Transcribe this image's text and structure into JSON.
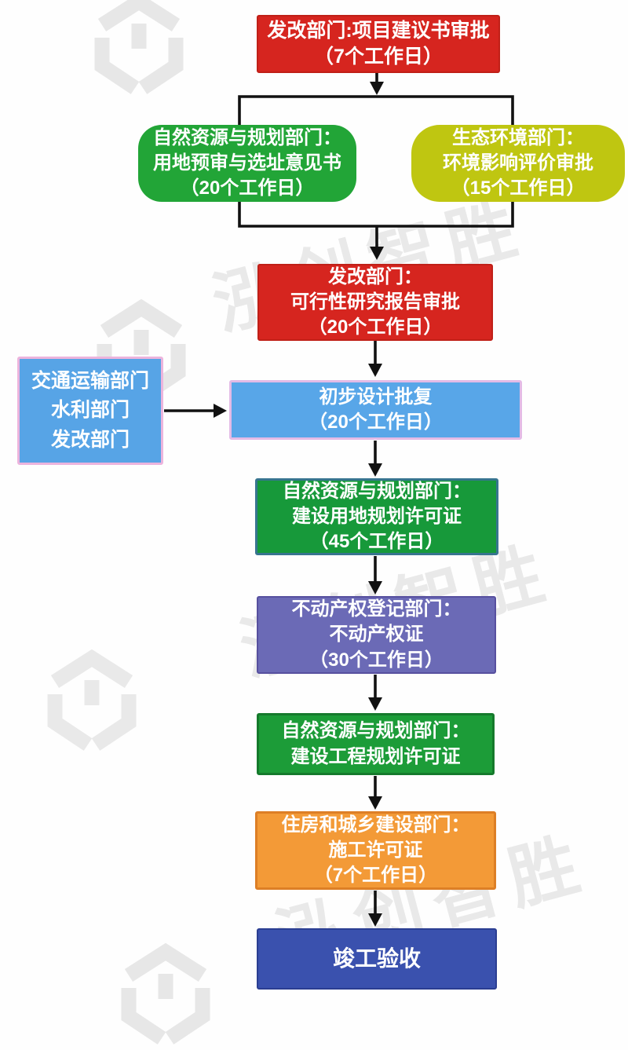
{
  "watermark": {
    "brand_text": "泓创智胜",
    "color": "#dcdcdc"
  },
  "flowchart": {
    "nodes": [
      {
        "id": "project-proposal-approval",
        "lines": [
          "发改部门:项目建议书审批",
          "（7个工作日）"
        ],
        "bg": "#d6251f"
      },
      {
        "id": "land-preapproval-site-opinion",
        "lines": [
          "自然资源与规划部门：",
          "用地预审与选址意见书",
          "（20个工作日）"
        ],
        "bg": "#22a537"
      },
      {
        "id": "environmental-impact-approval",
        "lines": [
          "生态环境部门：",
          "环境影响评价审批",
          "（15个工作日）"
        ],
        "bg": "#bfc611"
      },
      {
        "id": "feasibility-study-approval",
        "lines": [
          "发改部门：",
          "可行性研究报告审批",
          "（20个工作日）"
        ],
        "bg": "#d6251f"
      },
      {
        "id": "side-departments",
        "lines": [
          "交通运输部门",
          "水利部门",
          "发改部门"
        ],
        "bg": "#57a4e6"
      },
      {
        "id": "preliminary-design-approval",
        "lines": [
          "初步设计批复",
          "（20个工作日）"
        ],
        "bg": "#58a6e8"
      },
      {
        "id": "construction-land-planning-permit",
        "lines": [
          "自然资源与规划部门：",
          "建设用地规划许可证",
          "（45个工作日）"
        ],
        "bg": "#17993a"
      },
      {
        "id": "real-estate-certificate",
        "lines": [
          "不动产权登记部门：",
          "不动产权证",
          "（30个工作日）"
        ],
        "bg": "#6b6ab6"
      },
      {
        "id": "construction-project-planning-permit",
        "lines": [
          "自然资源与规划部门：",
          "建设工程规划许可证"
        ],
        "bg": "#1c9c38"
      },
      {
        "id": "construction-permit",
        "lines": [
          "住房和城乡建设部门：",
          "施工许可证",
          "（7个工作日）"
        ],
        "bg": "#f39a37"
      },
      {
        "id": "completion-acceptance",
        "lines": [
          "竣工验收"
        ],
        "bg": "#3a51ae"
      }
    ]
  }
}
